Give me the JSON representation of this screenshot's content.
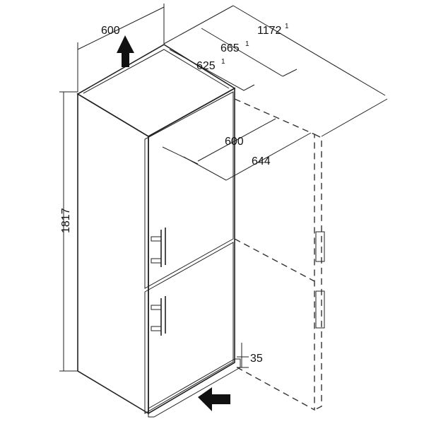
{
  "dimensions": {
    "top_width": "600",
    "depth_total": "1172",
    "depth_total_note": "1",
    "depth_665": "665",
    "depth_665_note": "1",
    "depth_625": "625",
    "depth_625_note": "1",
    "door_depth_600": "600",
    "door_depth_644": "644",
    "height": "1817",
    "plinth": "35"
  },
  "colors": {
    "line": "#222222",
    "arrow": "#111111",
    "background": "#ffffff"
  },
  "icons": {
    "top_arrow": "airflow-up-arrow-icon",
    "bottom_arrow": "airflow-in-arrow-icon"
  }
}
